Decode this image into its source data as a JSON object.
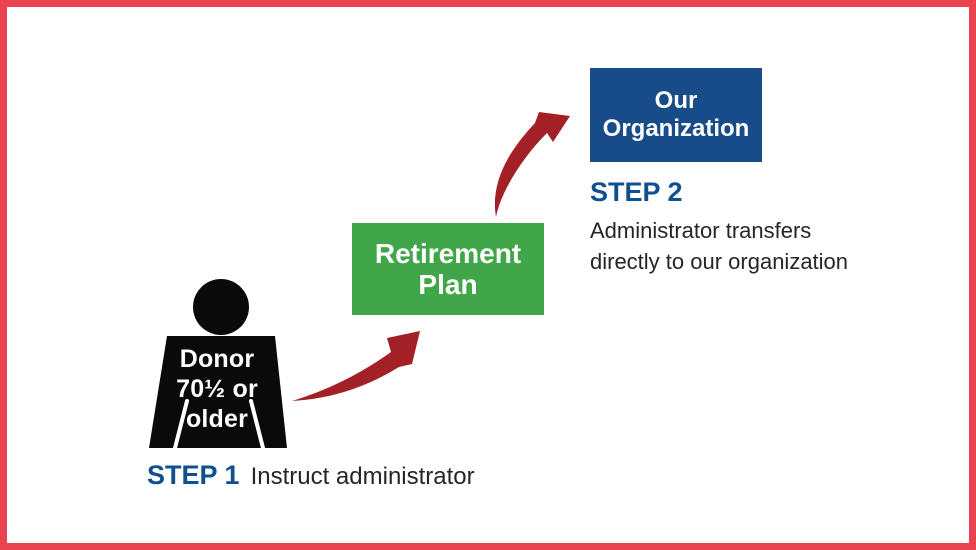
{
  "colors": {
    "border_red": "#ea4350",
    "arrow_red": "#a32026",
    "green_box": "#41a64a",
    "navy_box": "#174b89",
    "step_navy": "#11508f",
    "text_dark": "#252525",
    "silhouette_black": "#0a0a0a",
    "background": "#ffffff"
  },
  "donor": {
    "label_lines": [
      "Donor",
      "70½ or",
      "older"
    ]
  },
  "step1": {
    "title": "STEP 1",
    "description": "Instruct administrator"
  },
  "retirement_plan_box": {
    "label_lines": [
      "Retirement",
      "Plan"
    ]
  },
  "organization_box": {
    "label_lines": [
      "Our",
      "Organization"
    ]
  },
  "step2": {
    "title": "STEP 2",
    "description_lines": [
      "Administrator transfers",
      "directly to our organization"
    ]
  },
  "icons": {
    "donor_figure": "person-silhouette-icon",
    "arrow_step1": "curved-swoosh-arrow-icon",
    "arrow_step2": "curved-swoosh-arrow-icon"
  }
}
